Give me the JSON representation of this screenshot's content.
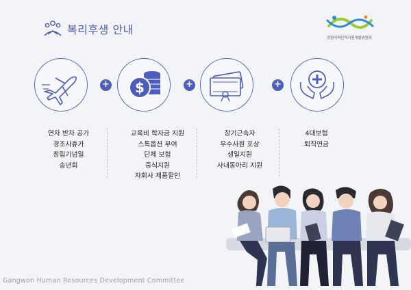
{
  "header": {
    "title": "복리후생 안내"
  },
  "logo": {
    "org_name": "강원지역인적자원개발위원회"
  },
  "benefits": [
    {
      "icon": "airplane-icon",
      "lines": [
        "연차 반차 공가",
        "경조사휴가",
        "창립기념일",
        "송년회"
      ]
    },
    {
      "icon": "coin-stack-icon",
      "lines": [
        "교육비 학자금 지원",
        "스톡옵션 부여",
        "단체 보험",
        "중식지원",
        "자회사 제품할인"
      ]
    },
    {
      "icon": "gift-voucher-icon",
      "lines": [
        "장기근속자",
        "우수사원 포상",
        "생일지원",
        "사내동아리 지원"
      ]
    },
    {
      "icon": "health-care-icon",
      "lines": [
        "4대보험",
        "퇴직연금"
      ]
    }
  ],
  "plus_symbol": "+",
  "footer": {
    "text": "Gangwon Human Resources Development Committee"
  },
  "colors": {
    "accent": "#4c5dbd",
    "title": "#4a5dbb",
    "background": "#f3f4f7"
  }
}
